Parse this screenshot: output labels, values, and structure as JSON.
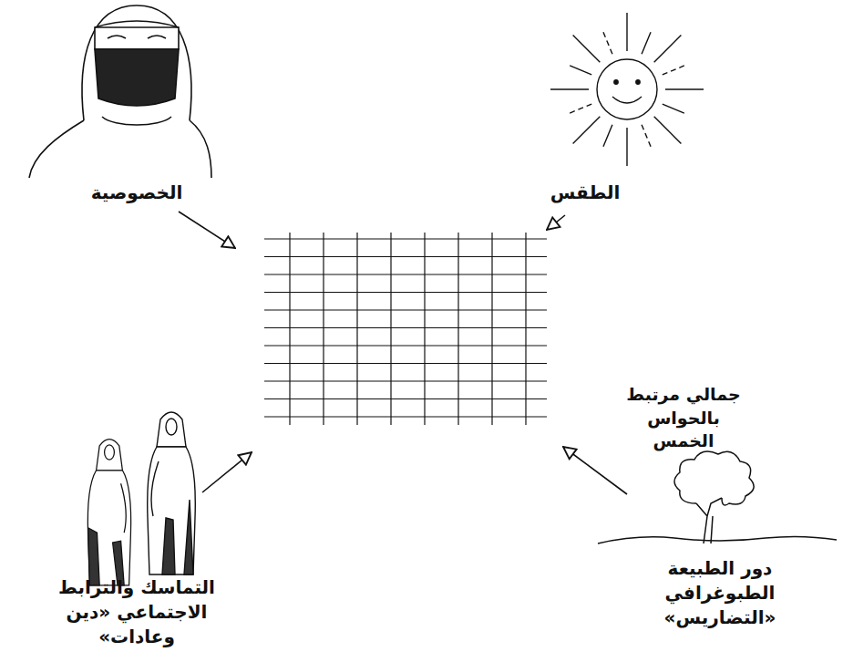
{
  "diagram": {
    "labels": [
      "الخصوصية",
      "الطقس",
      "جمالي مرتبط بالحواس الخمس",
      "دور الطبيعة الطبوغرافي «التضاريس»",
      "التماسك والترابط الاجتماعي «دين وعادات»"
    ]
  }
}
